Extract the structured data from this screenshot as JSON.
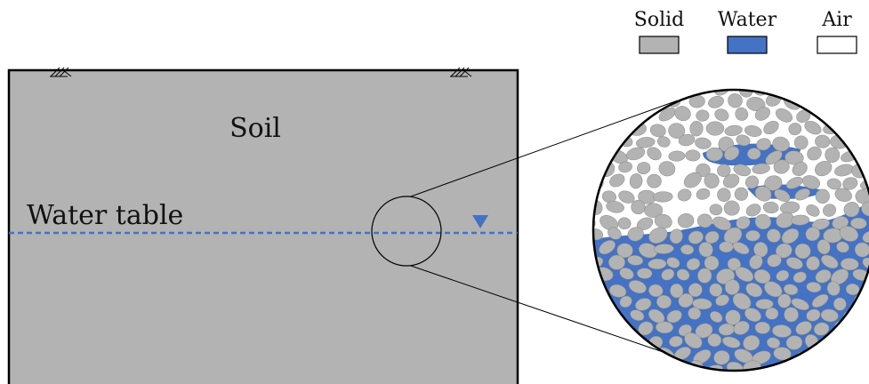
{
  "legend": {
    "items": [
      {
        "label": "Solid",
        "color": "#b3b3b3"
      },
      {
        "label": "Water",
        "color": "#4472c4"
      },
      {
        "label": "Air",
        "color": "#ffffff"
      }
    ]
  },
  "labels": {
    "soil": "Soil",
    "water_table": "Water table"
  },
  "colors": {
    "soil": "#b3b3b3",
    "water": "#4472c4",
    "grain": "#b3b3b3",
    "outline": "#000000",
    "water_table_line": "#4472c4"
  },
  "icons": {
    "surface_marker": "ground-surface-hatch-icon",
    "water_table_marker": "water-table-triangle-icon"
  }
}
